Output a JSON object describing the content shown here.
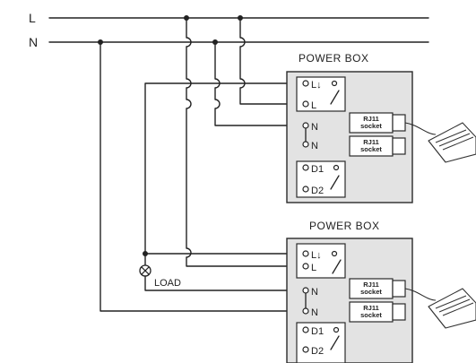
{
  "rails": {
    "live": "L",
    "neutral": "N"
  },
  "power_boxes": [
    {
      "title": "POWER BOX",
      "terminals": [
        "L↓",
        "L",
        "N",
        "N",
        "D1",
        "D2"
      ],
      "sockets": [
        "RJ11 socket",
        "RJ11 socket"
      ]
    },
    {
      "title": "POWER BOX",
      "terminals": [
        "L↓",
        "L",
        "N",
        "N",
        "D1",
        "D2"
      ],
      "sockets": [
        "RJ11 socket",
        "RJ11 socket"
      ]
    }
  ],
  "load_label": "LOAD"
}
